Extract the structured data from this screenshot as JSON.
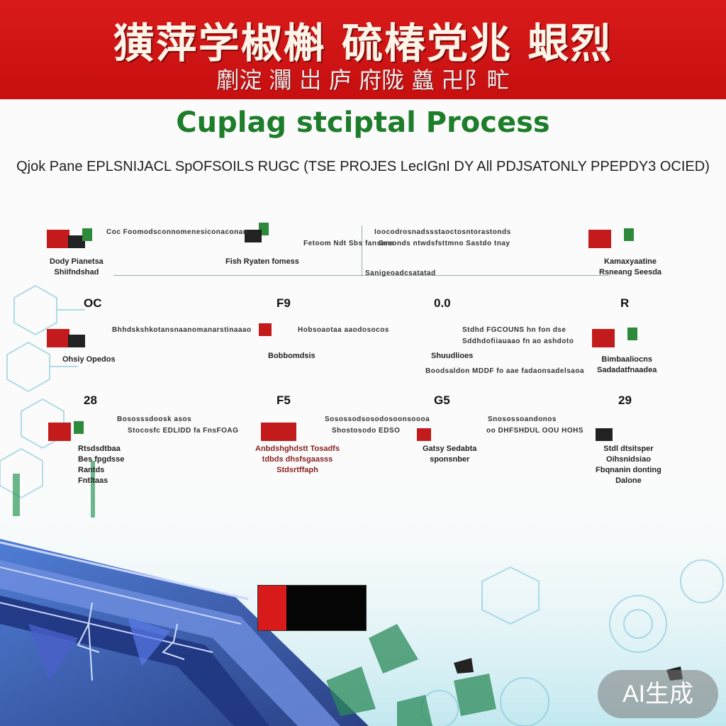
{
  "header": {
    "title": "獚萍学椒槲 硫椿党兆 蛝烈",
    "subtitle": "劘淀 灛 岀 庐 府陇 蠤 卍阝甿"
  },
  "main": {
    "title": "Cuplag stciptal Process",
    "subtitle": "Qjok Pane EPLSNIJACL SpOFSOILS RUGC (TSE PROJES LecIGnI DY All PDJSATONLY PPEPDY3 OCIED)"
  },
  "diagram": {
    "row1": {
      "labels": [
        {
          "lines": [
            "Dody Pianetsa",
            "Shiifndshad"
          ]
        },
        {
          "lines": [
            "Fish Ryaten fomess"
          ]
        },
        {
          "lines": [
            "Kamaxyaatine",
            "Rsneang Seesda"
          ]
        }
      ],
      "texts": [
        "Coc Foomodsconnomenesiconaconan",
        "Fetoom Ndt Sbs fansana",
        "Ioocodrosnadssstaoctosntorastonds",
        "Sseonds ntwdsfsttmno Sastdo tnay",
        "Sanigeoadcsatatad"
      ],
      "numbers": [
        "OC",
        "F9",
        "0.0",
        "R"
      ]
    },
    "row2": {
      "labels": [
        {
          "lines": [
            "Ohsiy Opedos"
          ]
        },
        {
          "lines": [
            "Bobbomdsis"
          ]
        },
        {
          "lines": [
            "Shuudlioes"
          ]
        },
        {
          "lines": [
            "Bimbaaliocns",
            "Sadadatfnaadea"
          ]
        }
      ],
      "texts": [
        "Bhhdskshkotansnaanomanarstinaaao",
        "Hobsoaotaa aaodosocos",
        "Stdhd FGCOUNS hn fon dse",
        "Sddhdofiiauaao fn ao ashdoto",
        "Boodsaldon MDDF fo aae fadaonsadelsaoa"
      ],
      "numbers": [
        "28",
        "F5",
        "G5",
        "29"
      ]
    },
    "row3": {
      "labels": [
        {
          "lines": [
            "Rtsdsdtbaa",
            "Bes fpgdsse",
            "Rantds",
            "Fntltaas"
          ]
        },
        {
          "lines": [
            "Anbdshghdstt Tosadfs",
            "tdbds dhsfsgaasss",
            "Stdsrtffaph"
          ]
        },
        {
          "lines": [
            "Gatsy Sedabta",
            "sponsnber"
          ]
        },
        {
          "lines": [
            "Stdl dtsitsper",
            "Oihsnidsiao",
            "Fbqnanin donting",
            "Dalone"
          ]
        }
      ],
      "texts": [
        "Bososssdoosk asos",
        "Stocosfc EDLIDD fa FnsFOAG",
        "Sosossodsosodosoonsoooa",
        "Shostosodo EDSO",
        "Snosossoandonos",
        "oo DHFSHDUL OOU HOHS"
      ]
    }
  },
  "badge": {
    "label": "AI生成"
  },
  "colors": {
    "header_red": "#c70f10",
    "title_green": "#1d7d2a",
    "flag_red": "#d81a1a",
    "flag_black": "#050505",
    "deco_blue": "#2a4fa8",
    "deco_cyan": "#4fb3c9"
  }
}
